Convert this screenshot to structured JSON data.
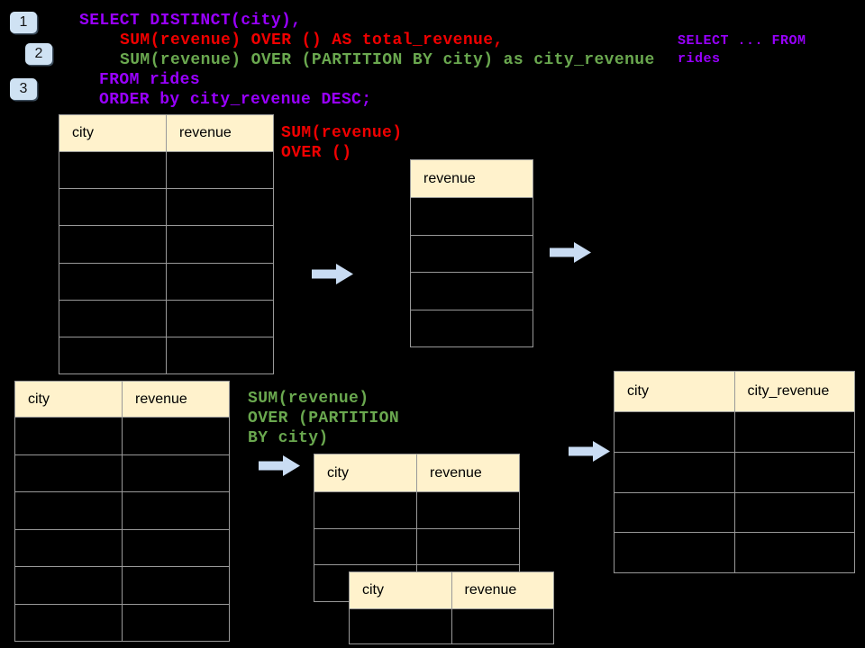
{
  "badges": [
    {
      "label": "1"
    },
    {
      "label": "2"
    },
    {
      "label": "3"
    }
  ],
  "sql": {
    "lines": [
      {
        "text": "SELECT DISTINCT(city),",
        "color": "purple"
      },
      {
        "text": "SUM(revenue) OVER () AS total_revenue,",
        "color": "red"
      },
      {
        "text": "SUM(revenue) OVER (PARTITION BY city) as city_revenue",
        "color": "green"
      },
      {
        "text": "FROM rides",
        "color": "purple"
      },
      {
        "text": "ORDER by city_revenue DESC;",
        "color": "purple"
      }
    ]
  },
  "side_note": {
    "line1": "SELECT ... FROM",
    "line2": "rides"
  },
  "annotations": {
    "total_revenue": {
      "line1": "SUM(revenue)",
      "line2": "OVER ()"
    },
    "partition": {
      "line1": "SUM(revenue)",
      "line2": "OVER (PARTITION",
      "line3": "BY city)"
    }
  },
  "tables": {
    "source_top": {
      "headers": [
        "city",
        "revenue"
      ],
      "empty_row_count": 6
    },
    "revenue_only": {
      "headers": [
        "revenue"
      ],
      "empty_row_count": 4
    },
    "source_bottom": {
      "headers": [
        "city",
        "revenue"
      ],
      "empty_row_count": 6
    },
    "partition_a": {
      "headers": [
        "city",
        "revenue"
      ],
      "empty_row_count": 3
    },
    "partition_b": {
      "headers": [
        "city",
        "revenue"
      ],
      "empty_row_count": 1
    },
    "result": {
      "headers": [
        "city",
        "city_revenue"
      ],
      "empty_row_count": 4
    }
  },
  "colors": {
    "background": "#000000",
    "sql_purple": "#9900ff",
    "sql_red": "#f00000",
    "sql_green": "#6aa84f",
    "table_header_bg": "#fff2cc",
    "table_border": "#999999",
    "badge_bg": "#cfe2f3",
    "arrow_fill": "#c9dcf3"
  }
}
